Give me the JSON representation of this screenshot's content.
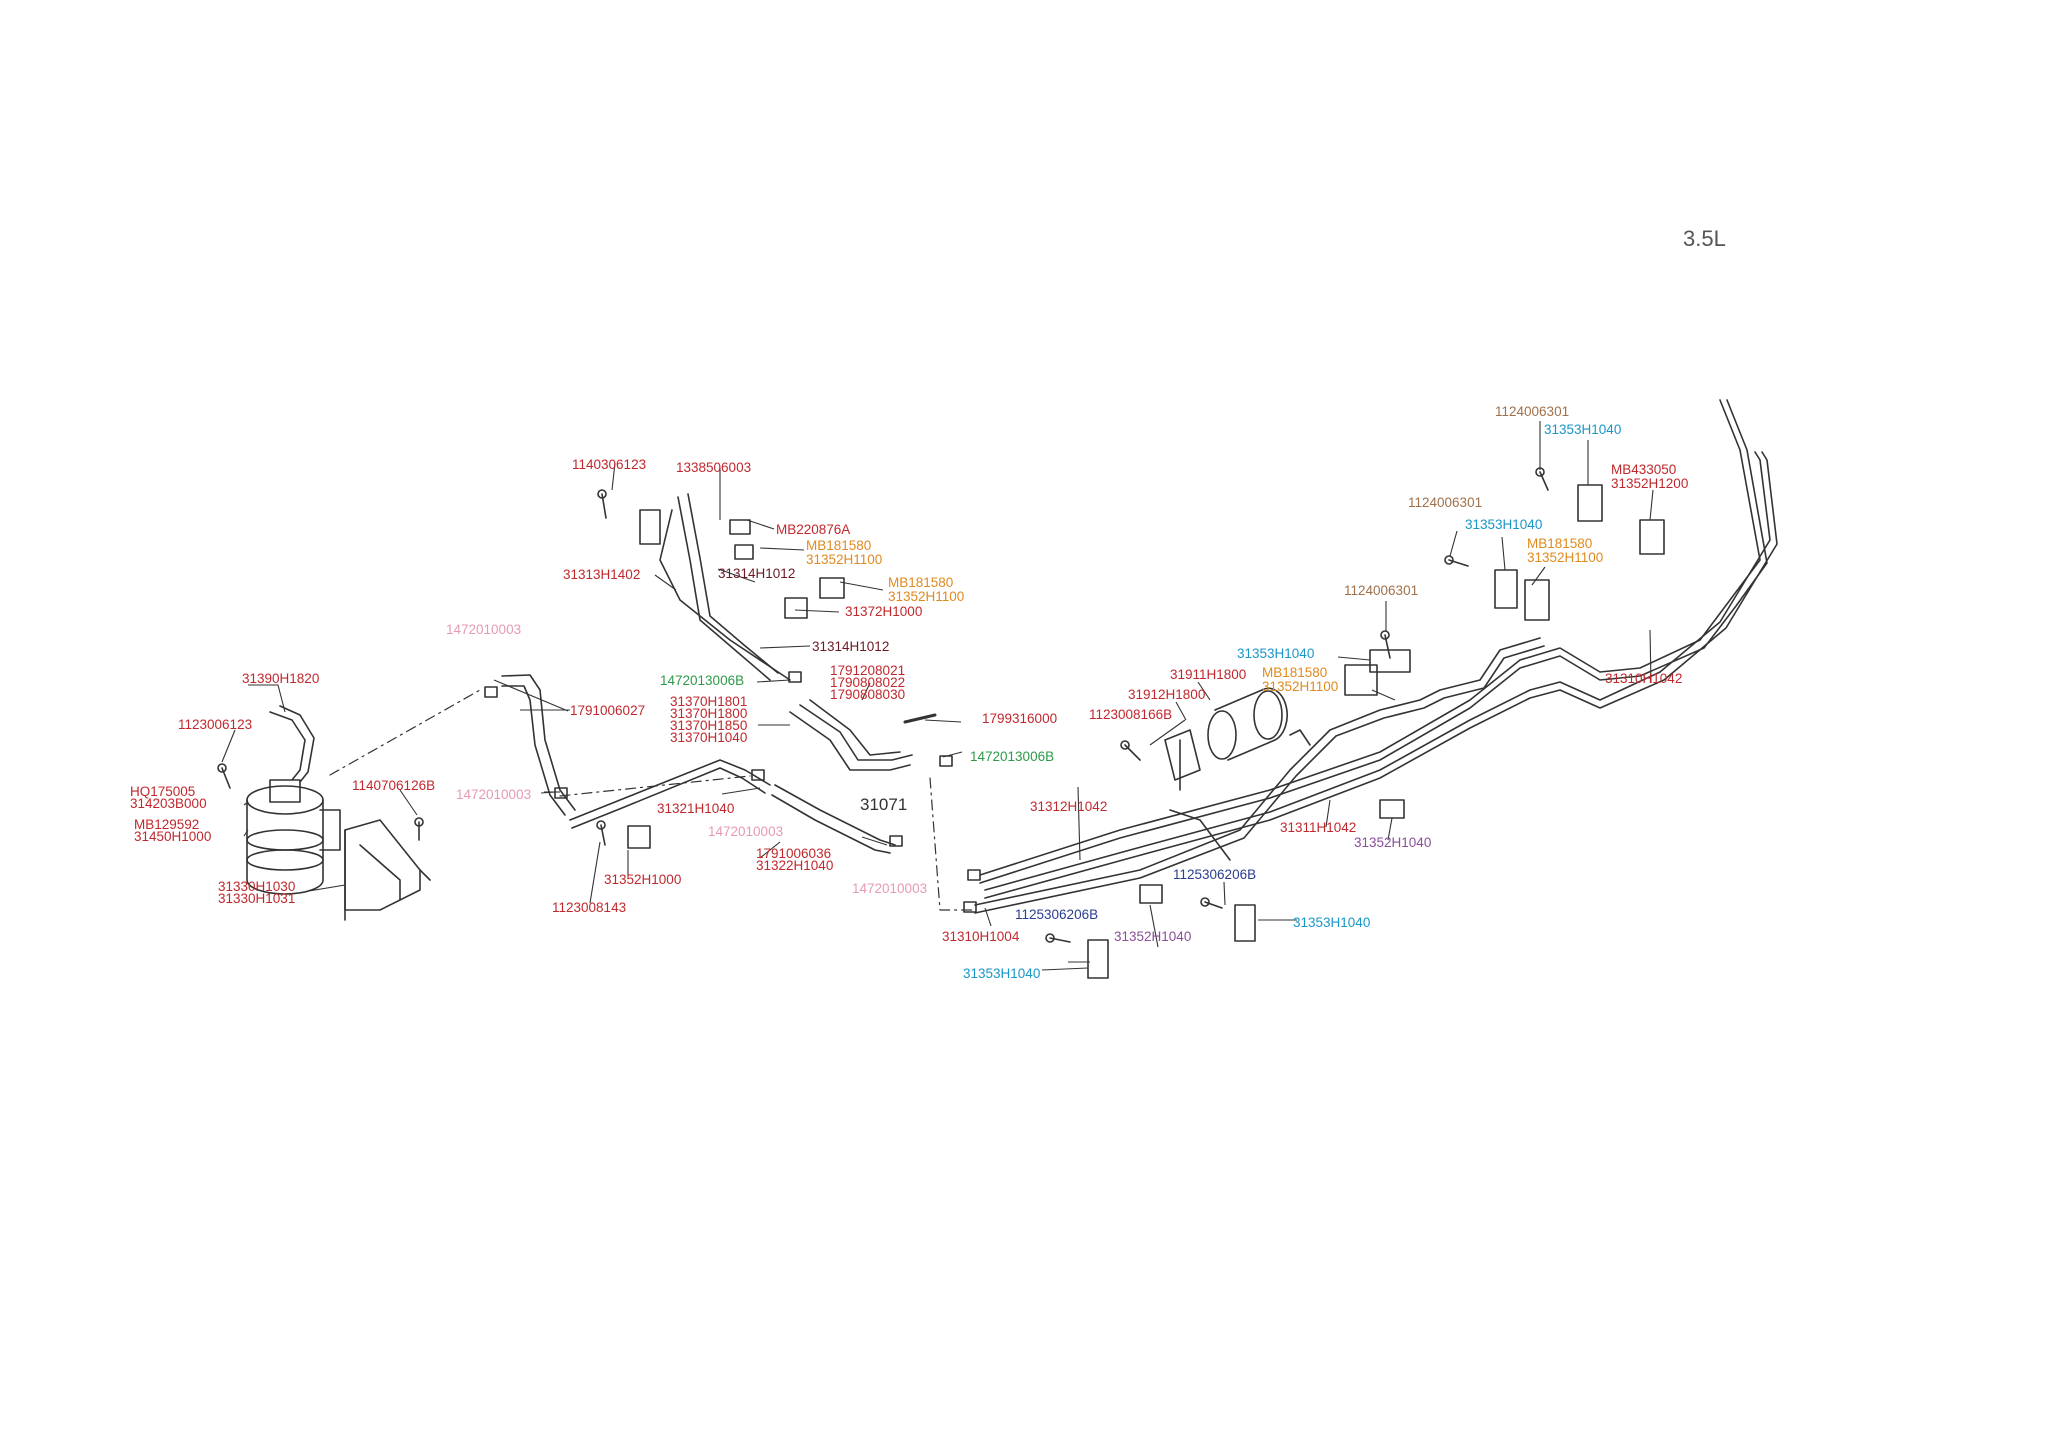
{
  "engine": "3.5L",
  "group_number": "31071",
  "colors": {
    "red": "#c0282d",
    "pink": "#e59bb0",
    "green": "#2e9a48",
    "orange": "#e08a1f",
    "brown": "#a0704a",
    "cyan": "#1a96c8",
    "navy": "#2b3d8f",
    "purple": "#8a4e9a",
    "maroon": "#6b1a22"
  },
  "callouts": [
    {
      "id": "c1",
      "text": "1140306123",
      "color": "red"
    },
    {
      "id": "c2",
      "text": "1338506003",
      "color": "red"
    },
    {
      "id": "c3",
      "text": "MB220876A",
      "color": "red"
    },
    {
      "id": "c4a",
      "text": "MB181580",
      "color": "orange"
    },
    {
      "id": "c4b",
      "text": "31352H1100",
      "color": "orange"
    },
    {
      "id": "c5",
      "text": "31313H1402",
      "color": "red"
    },
    {
      "id": "c6",
      "text": "31314H1012",
      "color": "maroon"
    },
    {
      "id": "c7a",
      "text": "MB181580",
      "color": "orange"
    },
    {
      "id": "c7b",
      "text": "31352H1100",
      "color": "orange"
    },
    {
      "id": "c8",
      "text": "31372H1000",
      "color": "red"
    },
    {
      "id": "c9",
      "text": "31314H1012",
      "color": "maroon"
    },
    {
      "id": "c10",
      "text": "1472010003",
      "color": "pink"
    },
    {
      "id": "c11",
      "text": "31390H1820",
      "color": "red"
    },
    {
      "id": "c12",
      "text": "1123006123",
      "color": "red"
    },
    {
      "id": "c13",
      "text": "1791006027",
      "color": "red"
    },
    {
      "id": "c14",
      "text": "1472013006B",
      "color": "green"
    },
    {
      "id": "c15a",
      "text": "1791208021",
      "color": "red"
    },
    {
      "id": "c15b",
      "text": "1790808022",
      "color": "red"
    },
    {
      "id": "c15c",
      "text": "1790808030",
      "color": "red"
    },
    {
      "id": "c16a",
      "text": "31370H1801",
      "color": "red"
    },
    {
      "id": "c16b",
      "text": "31370H1800",
      "color": "red"
    },
    {
      "id": "c16c",
      "text": "31370H1850",
      "color": "red"
    },
    {
      "id": "c16d",
      "text": "31370H1040",
      "color": "red"
    },
    {
      "id": "c17",
      "text": "1799316000",
      "color": "red"
    },
    {
      "id": "c18",
      "text": "1472013006B",
      "color": "green"
    },
    {
      "id": "c19a",
      "text": "HQ175005",
      "color": "red"
    },
    {
      "id": "c19b",
      "text": "314203B000",
      "color": "red"
    },
    {
      "id": "c20",
      "text": "1140706126B",
      "color": "red"
    },
    {
      "id": "c21",
      "text": "1472010003",
      "color": "pink"
    },
    {
      "id": "c22a",
      "text": "MB129592",
      "color": "red"
    },
    {
      "id": "c22b",
      "text": "31450H1000",
      "color": "red"
    },
    {
      "id": "c23",
      "text": "31321H1040",
      "color": "red"
    },
    {
      "id": "c24",
      "text": "1472010003",
      "color": "pink"
    },
    {
      "id": "c25a",
      "text": "1791006036",
      "color": "red"
    },
    {
      "id": "c25b",
      "text": "31322H1040",
      "color": "red"
    },
    {
      "id": "c26",
      "text": "31352H1000",
      "color": "red"
    },
    {
      "id": "c27a",
      "text": "31330H1030",
      "color": "red"
    },
    {
      "id": "c27b",
      "text": "31330H1031",
      "color": "red"
    },
    {
      "id": "c28",
      "text": "1123008143",
      "color": "red"
    },
    {
      "id": "c29",
      "text": "1472010003",
      "color": "pink"
    },
    {
      "id": "c30",
      "text": "31312H1042",
      "color": "red"
    },
    {
      "id": "c31",
      "text": "31310H1004",
      "color": "red"
    },
    {
      "id": "c32",
      "text": "1125306206B",
      "color": "navy"
    },
    {
      "id": "c33",
      "text": "31353H1040",
      "color": "cyan"
    },
    {
      "id": "c34",
      "text": "31352H1040",
      "color": "purple"
    },
    {
      "id": "c35",
      "text": "1125306206B",
      "color": "navy"
    },
    {
      "id": "c36",
      "text": "31353H1040",
      "color": "cyan"
    },
    {
      "id": "c37",
      "text": "31311H1042",
      "color": "red"
    },
    {
      "id": "c38",
      "text": "31352H1040",
      "color": "purple"
    },
    {
      "id": "c39",
      "text": "31911H1800",
      "color": "red"
    },
    {
      "id": "c40",
      "text": "31912H1800",
      "color": "red"
    },
    {
      "id": "c41",
      "text": "1123008166B",
      "color": "red"
    },
    {
      "id": "c42",
      "text": "31353H1040",
      "color": "cyan"
    },
    {
      "id": "c43a",
      "text": "MB181580",
      "color": "orange"
    },
    {
      "id": "c43b",
      "text": "31352H1100",
      "color": "orange"
    },
    {
      "id": "c44",
      "text": "1124006301",
      "color": "brown"
    },
    {
      "id": "c45",
      "text": "1124006301",
      "color": "brown"
    },
    {
      "id": "c46",
      "text": "31353H1040",
      "color": "cyan"
    },
    {
      "id": "c47a",
      "text": "MB181580",
      "color": "orange"
    },
    {
      "id": "c47b",
      "text": "31352H1100",
      "color": "orange"
    },
    {
      "id": "c48",
      "text": "1124006301",
      "color": "brown"
    },
    {
      "id": "c49",
      "text": "31353H1040",
      "color": "cyan"
    },
    {
      "id": "c50a",
      "text": "MB433050",
      "color": "red"
    },
    {
      "id": "c50b",
      "text": "31352H1200",
      "color": "red"
    },
    {
      "id": "c51",
      "text": "31310H1042",
      "color": "red"
    }
  ]
}
